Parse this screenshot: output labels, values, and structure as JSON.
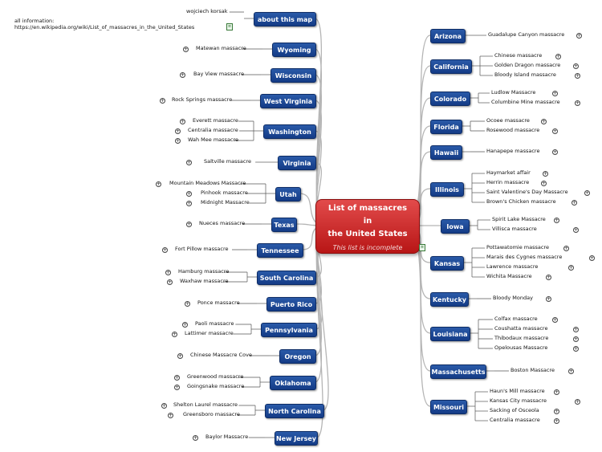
{
  "title": "List of massacres in the United States",
  "title_lines": [
    "List of massacres",
    "in",
    "the United States"
  ],
  "subtitle": "This list is incomplete",
  "info": {
    "line1": "all information:",
    "line2": "https://en.wikipedia.org/wiki/List_of_massacres_in_the_United_States"
  },
  "left_branches": [
    {
      "label": "about this map",
      "leaves": [
        "wojciech korsak"
      ]
    },
    {
      "label": "Wyoming",
      "leaves": [
        "Matewan massacre"
      ]
    },
    {
      "label": "Wisconsin",
      "leaves": [
        "Bay View massacre"
      ]
    },
    {
      "label": "West Virginia",
      "leaves": [
        "Rock Springs massacre"
      ]
    },
    {
      "label": "Washington",
      "leaves": [
        "Everett massacre",
        "Centralia massacre",
        "Wah Mee massacre"
      ]
    },
    {
      "label": "Virginia",
      "leaves": [
        "Saltville massacre"
      ]
    },
    {
      "label": "Utah",
      "leaves": [
        "Mountain Meadows Massacre",
        "Pinhook massacre",
        "Midnight Massacre"
      ]
    },
    {
      "label": "Texas",
      "leaves": [
        "Nueces massacre"
      ]
    },
    {
      "label": "Tennessee",
      "leaves": [
        "Fort Pillow massacre"
      ]
    },
    {
      "label": "South Carolina",
      "leaves": [
        "Hamburg massacre",
        "Waxhaw massacre"
      ]
    },
    {
      "label": "Puerto Rico",
      "leaves": [
        "Ponce massacre"
      ]
    },
    {
      "label": "Pennsylvania",
      "leaves": [
        "Paoli massacre",
        "Lattimer massacre"
      ]
    },
    {
      "label": "Oregon",
      "leaves": [
        "Chinese Massacre Cove"
      ]
    },
    {
      "label": "Oklahoma",
      "leaves": [
        "Greenwood massacre",
        "Goingsnake massacre"
      ]
    },
    {
      "label": "North Carolina",
      "leaves": [
        "Shelton Laurel massacre",
        "Greensboro massacre"
      ]
    },
    {
      "label": "New Jersey",
      "leaves": [
        "Baylor Massacre"
      ]
    }
  ],
  "right_branches": [
    {
      "label": "Arizona",
      "leaves": [
        "Guadalupe Canyon massacre"
      ]
    },
    {
      "label": "California",
      "leaves": [
        "Chinese massacre",
        "Golden Dragon massacre",
        "Bloody Island massacre"
      ]
    },
    {
      "label": "Colorado",
      "leaves": [
        "Ludlow Massacre",
        "Columbine Mine massacre"
      ]
    },
    {
      "label": "Florida",
      "leaves": [
        "Ocoee massacre",
        "Rosewood massacre"
      ]
    },
    {
      "label": "Hawaii",
      "leaves": [
        "Hanapepe massacre"
      ]
    },
    {
      "label": "Illinois",
      "leaves": [
        "Haymarket affair",
        "Herrin massacre",
        "Saint Valentine's Day Massacre",
        "Brown's Chicken massacre"
      ]
    },
    {
      "label": "Iowa",
      "leaves": [
        "Spirit Lake Massacre",
        "Villisca massacre"
      ]
    },
    {
      "label": "Kansas",
      "leaves": [
        "Pottawatomie massacre",
        "Marais des Cygnes massacre",
        "Lawrence massacre",
        "Wichita Massacre"
      ]
    },
    {
      "label": "Kentucky",
      "leaves": [
        "Bloody Monday"
      ]
    },
    {
      "label": "Louisiana",
      "leaves": [
        "Colfax massacre",
        "Coushatta massacre",
        "Thibodaux massacre",
        "Opelousas Massacre"
      ]
    },
    {
      "label": "Massachusetts",
      "leaves": [
        "Boston Massacre"
      ]
    },
    {
      "label": "Missouri",
      "leaves": [
        "Haun's Mill massacre",
        "Kansas City massacre",
        "Sacking of Osceola",
        "Centralia massacre"
      ]
    }
  ],
  "colors": {
    "node": "#1a4592",
    "center": "#cc2222",
    "connector": "#b5b5b5"
  },
  "icons": {
    "expand": "plus-circle-icon",
    "note": "note-icon"
  }
}
